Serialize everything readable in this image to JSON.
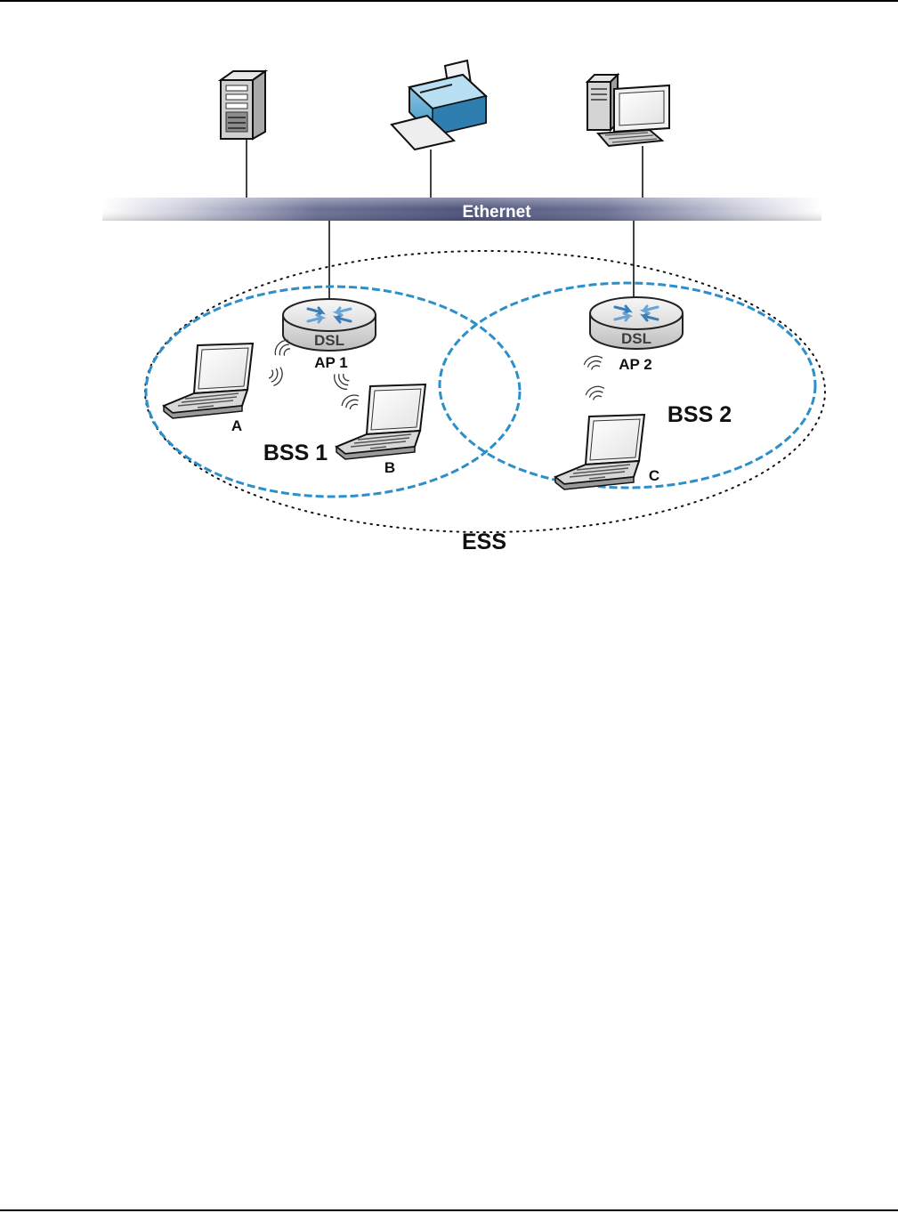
{
  "diagram": {
    "network_label": "Ethernet",
    "ess_label": "ESS",
    "bss1_label": "BSS 1",
    "bss2_label": "BSS 2",
    "ap1_label": "AP 1",
    "ap2_label": "AP 2",
    "router_badge": "DSL",
    "station_a": "A",
    "station_b": "B",
    "station_c": "C",
    "icons": [
      "server-icon",
      "printer-icon",
      "desktop-computer-icon",
      "router-icon",
      "laptop-icon",
      "wireless-signal-icon"
    ],
    "colors": {
      "bss_border": "#2c8fc9",
      "ethernet_bar": "#5c6287",
      "ess_border": "#111111"
    }
  }
}
